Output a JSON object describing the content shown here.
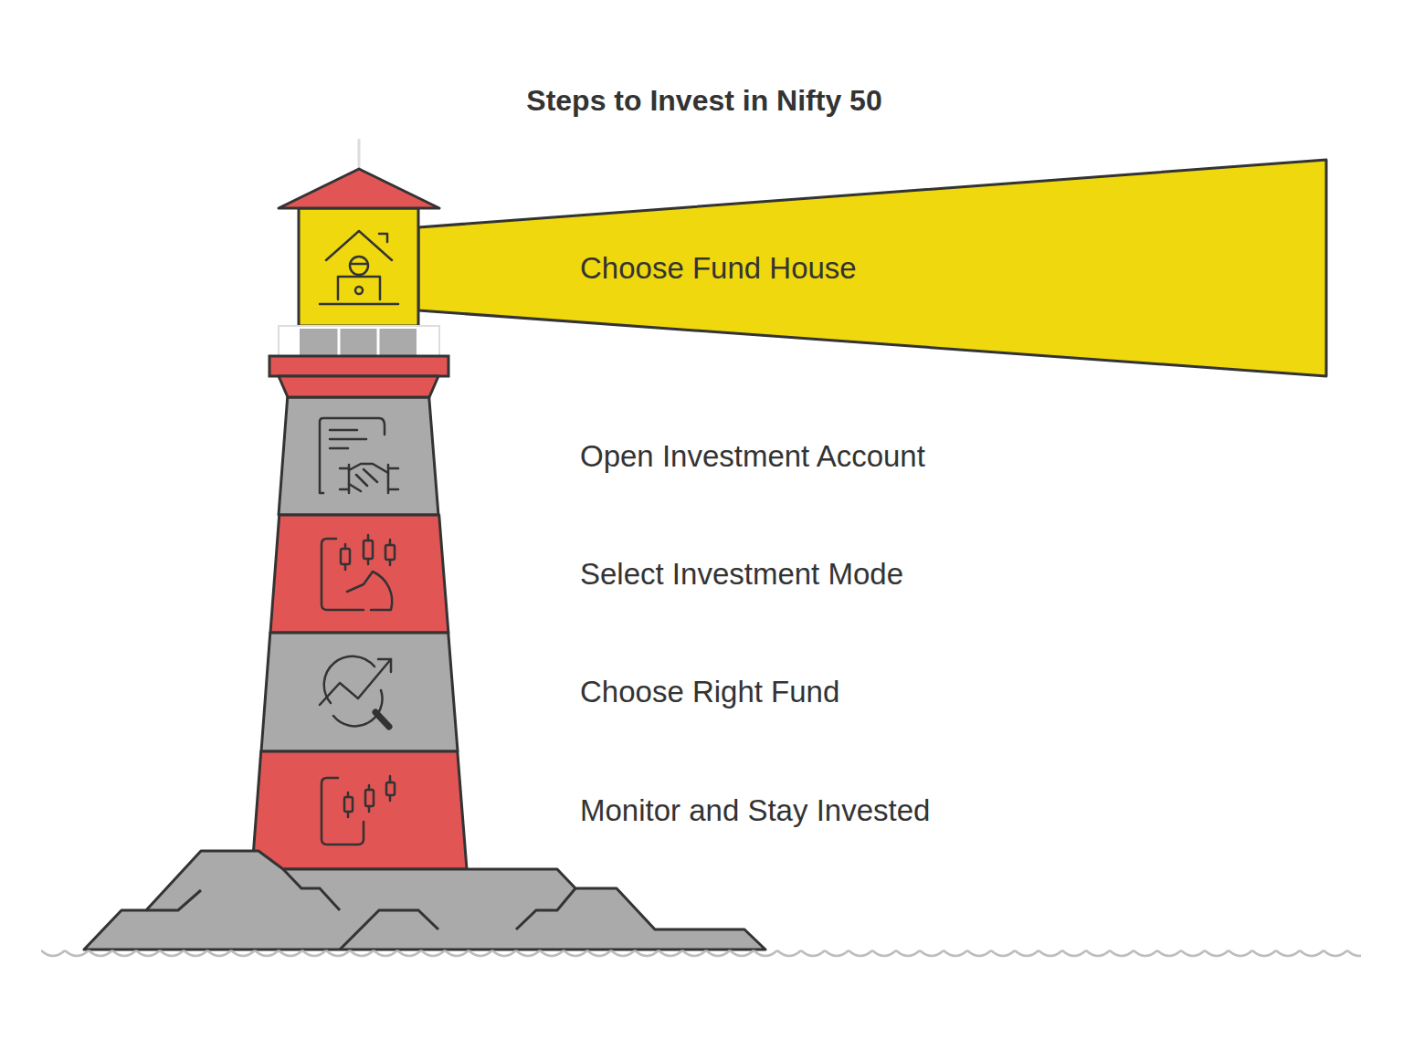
{
  "diagram": {
    "title": "Steps to Invest in Nifty 50",
    "nodes": [
      {
        "text": [
          "Choose Fund House"
        ]
      },
      {
        "text": [
          "Open Investment Account"
        ]
      },
      {
        "text": [
          "Select Investment Mode"
        ]
      },
      {
        "text": [
          "Choose Right Fund"
        ]
      },
      {
        "text": [
          "Monitor and Stay Invested"
        ]
      }
    ]
  }
}
